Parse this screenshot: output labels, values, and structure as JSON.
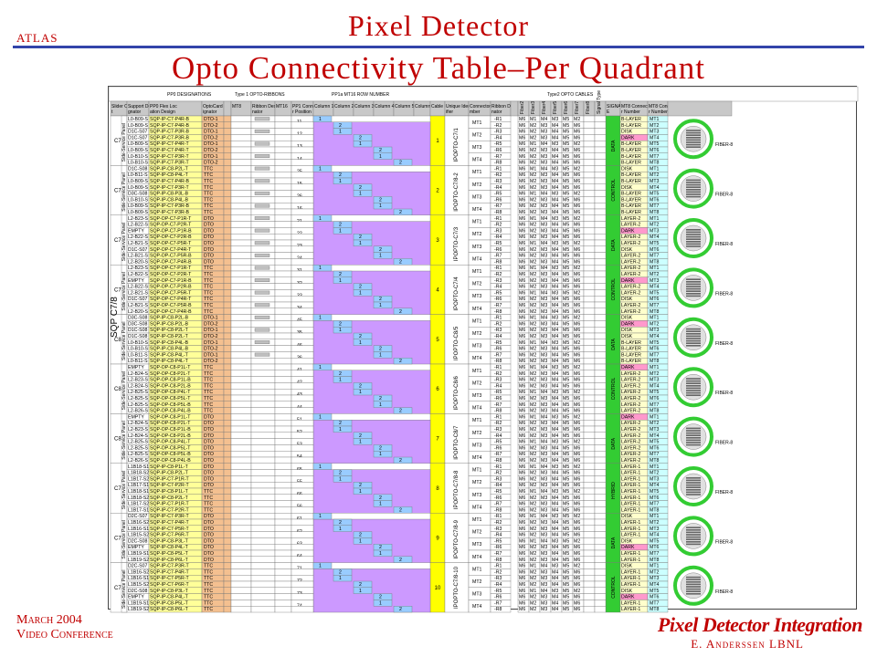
{
  "header": {
    "logo": "atlas",
    "title": "Pixel Detector",
    "subtitle": "Opto Connectivity Table–Per Quadrant"
  },
  "footer": {
    "date": "March 2004",
    "event": "Video Conference",
    "org": "Pixel Detector Integration",
    "author": "E. Anderssen LBNL"
  },
  "sheet": {
    "side_label": "SQP C7/8",
    "group_headers": {
      "pp0": "PP0 DESIGNATIONS",
      "ribbons": "Type 1 OPTO-RIBBONS",
      "pp1": "PP1a MT16 ROW NUMBER",
      "pp2": "Type2 OPTO CABLES"
    },
    "col_headers": [
      "Slider Octant",
      "Support Designator",
      "PP0 Flex Location Designator",
      "OptoCard Designator",
      "OptoPack Designator",
      "MT8",
      "Ribbon Designator",
      "MT16",
      "PP1 Connector Position",
      "Column 1",
      "Column 2",
      "Column 3",
      "Column 4",
      "Column 5",
      "Column 6",
      "Cable Number",
      "Unique Identifier",
      "Connector Number",
      "Ribbon Designator",
      "Fiber1",
      "Fiber2",
      "Fiber3",
      "Fiber4",
      "Fiber5",
      "Fiber6",
      "Fiber7",
      "Fiber8",
      "Signal Type",
      "SIGNAL SOURCE",
      "MT8 Connector Number"
    ],
    "fiber_note": "FIBER-8 Looking from IP",
    "blocks": [
      {
        "octant": "C7",
        "tag": "Side-Service Panel",
        "cable": "1",
        "uid": "IPOPTO-C7/1",
        "signal": "DATA",
        "rows": [
          {
            "sup": "L0-B09-S",
            "flex": "SQP-IP-C7-P4R-B",
            "opto": "DTO-1",
            "pp1": "11"
          },
          {
            "sup": "L0-B09-S",
            "flex": "SQP-IP-C7-P4R-B",
            "opto": "DTO-2",
            "pp1": ""
          },
          {
            "sup": "D1C-S07",
            "flex": "SQP-IP-C7-P3R-B",
            "opto": "DTO-1",
            "pp1": "12"
          },
          {
            "sup": "D1C-S07",
            "flex": "SQP-IP-C7-P3R-B",
            "opto": "DTO-2",
            "pp1": ""
          },
          {
            "sup": "L0-B09-S",
            "flex": "SQP-IP-C7-P4R-T",
            "opto": "DTO-1",
            "pp1": "13"
          },
          {
            "sup": "L0-B09-S",
            "flex": "SQP-IP-C7-P4R-T",
            "opto": "DTO-2",
            "pp1": ""
          },
          {
            "sup": "L0-B10-S",
            "flex": "SQP-IP-C7-P3R-T",
            "opto": "DTO-1",
            "pp1": "14"
          },
          {
            "sup": "L0-B10-S",
            "flex": "SQP-IP-C7-P3R-T",
            "opto": "DTO-2",
            "pp1": ""
          }
        ]
      },
      {
        "octant": "C7/8",
        "tag": "Side-Service Panel",
        "cable": "2",
        "uid": "IPOPTO-C7/8-2",
        "signal": "CONTROL",
        "rows": [
          {
            "sup": "D1C-S08",
            "flex": "SQP-IP-C8-P2L-T",
            "opto": "TTC",
            "pp1": "25"
          },
          {
            "sup": "L0-B11-S",
            "flex": "SQP-IP-C8-P4L-T",
            "opto": "TTC",
            "pp1": ""
          },
          {
            "sup": "L0-B09-S",
            "flex": "SQP-IP-C7-P4R-B",
            "opto": "TTC",
            "pp1": "15"
          },
          {
            "sup": "L0-B09-S",
            "flex": "SQP-IP-C7-P3R-T",
            "opto": "TTC",
            "pp1": ""
          },
          {
            "sup": "D3C-S08",
            "flex": "SQP-IP-C8-P3L-B",
            "opto": "TTC",
            "pp1": "26"
          },
          {
            "sup": "L0-B10-S",
            "flex": "SQP-IP-C8-P4L-B",
            "opto": "TTC",
            "pp1": ""
          },
          {
            "sup": "L0-B09-S",
            "flex": "SQP-IP-C7-P3R-B",
            "opto": "TTC",
            "pp1": "16"
          },
          {
            "sup": "L0-B09-S",
            "flex": "SQP-IP-C7-P3R-B",
            "opto": "TTC",
            "pp1": ""
          }
        ]
      },
      {
        "octant": "C7",
        "tag": "Side-Service Panel",
        "cable": "3",
        "uid": "IPOPTO-C7/3",
        "signal": "DATA",
        "rows": [
          {
            "sup": "L2-B23-S",
            "flex": "SQP-OP-C7-P1R-T",
            "opto": "DTO",
            "pp1": "21"
          },
          {
            "sup": "L2-B22-S",
            "flex": "SQP-OP-C7-P2R-T",
            "opto": "DTO",
            "pp1": ""
          },
          {
            "sup": "EMPTY",
            "flex": "SQP-OP-C7-P1R-B",
            "opto": "DTO",
            "pp1": "22"
          },
          {
            "sup": "L2-B22-S",
            "flex": "SQP-OP-C7-P2R-B",
            "opto": "DTO",
            "pp1": ""
          },
          {
            "sup": "L2-B21-S",
            "flex": "SQP-OP-C7-P5R-T",
            "opto": "DTO",
            "pp1": "23"
          },
          {
            "sup": "D1C-S07",
            "flex": "SQP-OP-C7-P4R-T",
            "opto": "DTO",
            "pp1": ""
          },
          {
            "sup": "L2-B21-S",
            "flex": "SQP-OP-C7-P5R-B",
            "opto": "DTO",
            "pp1": "24"
          },
          {
            "sup": "L2-B20-S",
            "flex": "SQP-OP-C7-P4R-B",
            "opto": "DTO",
            "pp1": ""
          }
        ]
      },
      {
        "octant": "C7",
        "tag": "Side-Service Panel",
        "cable": "4",
        "uid": "IPOPTO-C7/4",
        "signal": "CONTROL",
        "rows": [
          {
            "sup": "L2-B23-S",
            "flex": "SQP-OP-C7-P1R-T",
            "opto": "TTC",
            "pp1": "31"
          },
          {
            "sup": "L2-B22-S",
            "flex": "SQP-OP-C7-P2R-T",
            "opto": "TTC",
            "pp1": ""
          },
          {
            "sup": "EMPTY",
            "flex": "SQP-OP-C7-P1R-B",
            "opto": "TTC",
            "pp1": "32"
          },
          {
            "sup": "L2-B22-S",
            "flex": "SQP-OP-C7-P2R-B",
            "opto": "TTC",
            "pp1": ""
          },
          {
            "sup": "L2-B21-S",
            "flex": "SQP-OP-C7-P5R-T",
            "opto": "TTC",
            "pp1": "33"
          },
          {
            "sup": "D1C-S07",
            "flex": "SQP-OP-C7-P4R-T",
            "opto": "TTC",
            "pp1": ""
          },
          {
            "sup": "L2-B21-S",
            "flex": "SQP-OP-C7-P5R-B",
            "opto": "TTC",
            "pp1": "34"
          },
          {
            "sup": "L2-B20-S",
            "flex": "SQP-OP-C7-P4R-B",
            "opto": "TTC",
            "pp1": ""
          }
        ]
      },
      {
        "octant": "C8",
        "tag": "Side-Service Panel",
        "cable": "5",
        "uid": "IPOPTO-C8/5",
        "signal": "DATA",
        "rows": [
          {
            "sup": "D3C-S08",
            "flex": "SQP-IP-C8-P2L-B",
            "opto": "DTO-1",
            "pp1": "45"
          },
          {
            "sup": "D3C-S08",
            "flex": "SQP-IP-C8-P2L-B",
            "opto": "DTO-2",
            "pp1": ""
          },
          {
            "sup": "D1C-S08",
            "flex": "SQP-IP-C8-P2L-T",
            "opto": "DTO-1",
            "pp1": "35"
          },
          {
            "sup": "D1C-S08",
            "flex": "SQP-IP-C8-P2L-T",
            "opto": "DTO-2",
            "pp1": ""
          },
          {
            "sup": "L0-B10-S",
            "flex": "SQP-IP-C8-P4L-B",
            "opto": "DTO-1",
            "pp1": "46"
          },
          {
            "sup": "L0-B10-S",
            "flex": "SQP-IP-C8-P4L-B",
            "opto": "DTO-2",
            "pp1": ""
          },
          {
            "sup": "L0-B11-S",
            "flex": "SQP-IP-C8-P4L-T",
            "opto": "DTO-1",
            "pp1": "36"
          },
          {
            "sup": "L0-B11-S",
            "flex": "SQP-IP-C8-P4L-T",
            "opto": "DTO-2",
            "pp1": ""
          }
        ]
      },
      {
        "octant": "C8",
        "tag": "Side-Service Panel",
        "cable": "6",
        "uid": "IPOPTO-C8/6",
        "signal": "CONTROL",
        "rows": [
          {
            "sup": "EMPTY",
            "flex": "SQP-OP-C8-P1L-T",
            "opto": "TTC",
            "pp1": "41"
          },
          {
            "sup": "L2-B24-S",
            "flex": "SQP-OP-C8-P2L-T",
            "opto": "TTC",
            "pp1": ""
          },
          {
            "sup": "L2-B23-S",
            "flex": "SQP-OP-C8-P1L-B",
            "opto": "TTC",
            "pp1": "42"
          },
          {
            "sup": "L2-B24-S",
            "flex": "SQP-OP-C8-P2L-B",
            "opto": "TTC",
            "pp1": ""
          },
          {
            "sup": "L2-B25-S",
            "flex": "SQP-OP-C8-P4L-T",
            "opto": "TTC",
            "pp1": "43"
          },
          {
            "sup": "L2-B25-S",
            "flex": "SQP-OP-C8-P5L-T",
            "opto": "TTC",
            "pp1": ""
          },
          {
            "sup": "L2-B25-S",
            "flex": "SQP-OP-C8-P5L-B",
            "opto": "TTC",
            "pp1": "44"
          },
          {
            "sup": "L2-B26-S",
            "flex": "SQP-OP-C8-P4L-B",
            "opto": "TTC",
            "pp1": ""
          }
        ]
      },
      {
        "octant": "C8",
        "tag": "Side-Service Panel",
        "cable": "7",
        "uid": "IPOPTO-C8/7",
        "signal": "DATA",
        "rows": [
          {
            "sup": "EMPTY",
            "flex": "SQP-OP-C8-P1L-T",
            "opto": "DTO",
            "pp1": "51"
          },
          {
            "sup": "L2-B24-S",
            "flex": "SQP-OP-C8-P2L-T",
            "opto": "DTO",
            "pp1": ""
          },
          {
            "sup": "L2-B23-S",
            "flex": "SQP-OP-C8-P1L-B",
            "opto": "DTO",
            "pp1": "52"
          },
          {
            "sup": "L2-B24-S",
            "flex": "SQP-OP-C8-P2L-B",
            "opto": "DTO",
            "pp1": ""
          },
          {
            "sup": "L2-B25-S",
            "flex": "SQP-OP-C8-P4L-T",
            "opto": "DTO",
            "pp1": "53"
          },
          {
            "sup": "L2-B25-S",
            "flex": "SQP-OP-C8-P5L-T",
            "opto": "DTO",
            "pp1": ""
          },
          {
            "sup": "L2-B25-S",
            "flex": "SQP-OP-C8-P5L-B",
            "opto": "DTO",
            "pp1": "54"
          },
          {
            "sup": "L2-B26-S",
            "flex": "SQP-OP-C8-P4L-B",
            "opto": "DTO",
            "pp1": ""
          }
        ]
      },
      {
        "octant": "C7/8",
        "tag": "Side-Service Panel",
        "cable": "8",
        "uid": "IPOPTO-C7/8-8",
        "signal": "HYBRID",
        "rows": [
          {
            "sup": "L1B18-S1",
            "flex": "SQP-IP-C8-P1L-T",
            "opto": "DTO",
            "pp1": "65"
          },
          {
            "sup": "L1B18-S2",
            "flex": "SQP-IP-C8-P2L-T",
            "opto": "DTO",
            "pp1": ""
          },
          {
            "sup": "L1B17-S2",
            "flex": "SQP-IP-C7-P1R-T",
            "opto": "DTO",
            "pp1": "55"
          },
          {
            "sup": "L1B17-S1",
            "flex": "SQP-IP-C7-P2R-T",
            "opto": "DTO",
            "pp1": ""
          },
          {
            "sup": "L1B18-S1",
            "flex": "SQP-IP-C8-P1L-T",
            "opto": "TTC",
            "pp1": "66"
          },
          {
            "sup": "L1B18-S2",
            "flex": "SQP-IP-C8-P2L-T",
            "opto": "TTC",
            "pp1": ""
          },
          {
            "sup": "L1B17-S2",
            "flex": "SQP-IP-C7-P1R-T",
            "opto": "TTC",
            "pp1": "56"
          },
          {
            "sup": "L1B17-S1",
            "flex": "SQP-IP-C7-P2R-T",
            "opto": "TTC",
            "pp1": ""
          }
        ]
      },
      {
        "octant": "C7/8",
        "tag": "Side-Service Panel",
        "cable": "9",
        "uid": "IPOPTO-C7/8-9",
        "signal": "DATA",
        "rows": [
          {
            "sup": "D2C-S07",
            "flex": "SQP-IP-C7-P3R-T",
            "opto": "DTO",
            "pp1": "61"
          },
          {
            "sup": "L1B16-S2",
            "flex": "SQP-IP-C7-P4R-T",
            "opto": "DTO",
            "pp1": ""
          },
          {
            "sup": "L1B16-S1",
            "flex": "SQP-IP-C7-P5R-T",
            "opto": "DTO",
            "pp1": "62"
          },
          {
            "sup": "L1B15-S2",
            "flex": "SQP-IP-C7-P6R-T",
            "opto": "DTO",
            "pp1": ""
          },
          {
            "sup": "D2C-S08",
            "flex": "SQP-IP-C8-P3L-T",
            "opto": "DTO",
            "pp1": "63"
          },
          {
            "sup": "EMPTY",
            "flex": "SQP-IP-C8-P4L-T",
            "opto": "DTO",
            "pp1": ""
          },
          {
            "sup": "L1B19-S1",
            "flex": "SQP-IP-C8-P5L-T",
            "opto": "DTO",
            "pp1": "64"
          },
          {
            "sup": "L1B19-S2",
            "flex": "SQP-IP-C8-P6L-T",
            "opto": "DTO",
            "pp1": ""
          }
        ]
      },
      {
        "octant": "C7/8",
        "tag": "Side-Service Panel",
        "cable": "10",
        "uid": "IPOPTO-C7/8-10",
        "signal": "CONTROL",
        "rows": [
          {
            "sup": "D2C-S07",
            "flex": "SQP-IP-C7-P3R-T",
            "opto": "TTC",
            "pp1": "71"
          },
          {
            "sup": "L1B16-S2",
            "flex": "SQP-IP-C7-P4R-T",
            "opto": "TTC",
            "pp1": ""
          },
          {
            "sup": "L1B16-S1",
            "flex": "SQP-IP-C7-P5R-T",
            "opto": "TTC",
            "pp1": "72"
          },
          {
            "sup": "L1B15-S2",
            "flex": "SQP-IP-C7-P6R-T",
            "opto": "TTC",
            "pp1": ""
          },
          {
            "sup": "D2C-S08",
            "flex": "SQP-IP-C8-P3L-T",
            "opto": "TTC",
            "pp1": "73"
          },
          {
            "sup": "EMPTY",
            "flex": "SQP-IP-C8-P4L-T",
            "opto": "TTC",
            "pp1": ""
          },
          {
            "sup": "L1B19-S1",
            "flex": "SQP-IP-C8-P5L-T",
            "opto": "TTC",
            "pp1": "74"
          },
          {
            "sup": "L1B19-S2",
            "flex": "SQP-IP-C8-P6L-T",
            "opto": "TTC",
            "pp1": ""
          }
        ]
      }
    ],
    "mt_labels": [
      "MT1",
      "MT2",
      "MT3",
      "MT4"
    ],
    "pin_labels": [
      "-R1",
      "-R2",
      "-R3",
      "-R4",
      "-R5",
      "-R6",
      "-R7",
      "-R8"
    ],
    "fiber_row_a": [
      "M6",
      "M1",
      "M4",
      "M3",
      "M5",
      "M2"
    ],
    "fiber_row_b": [
      "M6",
      "M2",
      "M3",
      "M4",
      "M5",
      "M6"
    ],
    "sources": [
      [
        "B-LAYER",
        "B-LAYER",
        "DISK",
        "DARK",
        "B-LAYER",
        "B-LAYER",
        "B-LAYER",
        "B-LAYER"
      ],
      [
        "DISK",
        "B-LAYER",
        "B-LAYER",
        "DISK",
        "B-LAYER",
        "B-LAYER",
        "B-LAYER",
        "B-LAYER"
      ],
      [
        "LAYER-2",
        "LAYER-2",
        "DARK",
        "LAYER-2",
        "LAYER-2",
        "DISK",
        "LAYER-2",
        "LAYER-2"
      ],
      [
        "LAYER-2",
        "LAYER-2",
        "DARK",
        "LAYER-2",
        "LAYER-2",
        "DISK",
        "LAYER-2",
        "LAYER-2"
      ],
      [
        "DISK",
        "DARK",
        "DISK",
        "DISK",
        "B-LAYER",
        "B-LAYER",
        "B-LAYER",
        "B-LAYER"
      ],
      [
        "DARK",
        "LAYER-2",
        "LAYER-2",
        "LAYER-2",
        "LAYER-2",
        "LAYER-2",
        "LAYER-2",
        "LAYER-2"
      ],
      [
        "DARK",
        "LAYER-2",
        "LAYER-2",
        "LAYER-2",
        "LAYER-2",
        "LAYER-2",
        "LAYER-2",
        "LAYER-2"
      ],
      [
        "LAYER-1",
        "LAYER-1",
        "LAYER-1",
        "LAYER-1",
        "LAYER-1",
        "LAYER-1",
        "LAYER-1",
        "LAYER-1"
      ],
      [
        "DISK",
        "LAYER-1",
        "LAYER-1",
        "LAYER-1",
        "DISK",
        "DARK",
        "LAYER-1",
        "LAYER-1"
      ],
      [
        "DISK",
        "LAYER-1",
        "LAYER-1",
        "LAYER-1",
        "DISK",
        "DARK",
        "LAYER-1",
        "LAYER-1"
      ]
    ],
    "mt8": [
      "MT1",
      "MT2",
      "MT3",
      "MT4",
      "MT5",
      "MT6",
      "MT7",
      "MT8"
    ],
    "colors": {
      "header_bg": "#c8c8c8",
      "flex_bg": "#ffff99",
      "opto_bg": "#f4c090",
      "purple": "#cc99ff",
      "blue": "#99ccff",
      "cable": "#ffff00",
      "green": "#33cc33",
      "dark": "#ff99cc",
      "source_bg": "#ffffcc",
      "mt8_bg": "#ccffff"
    }
  }
}
